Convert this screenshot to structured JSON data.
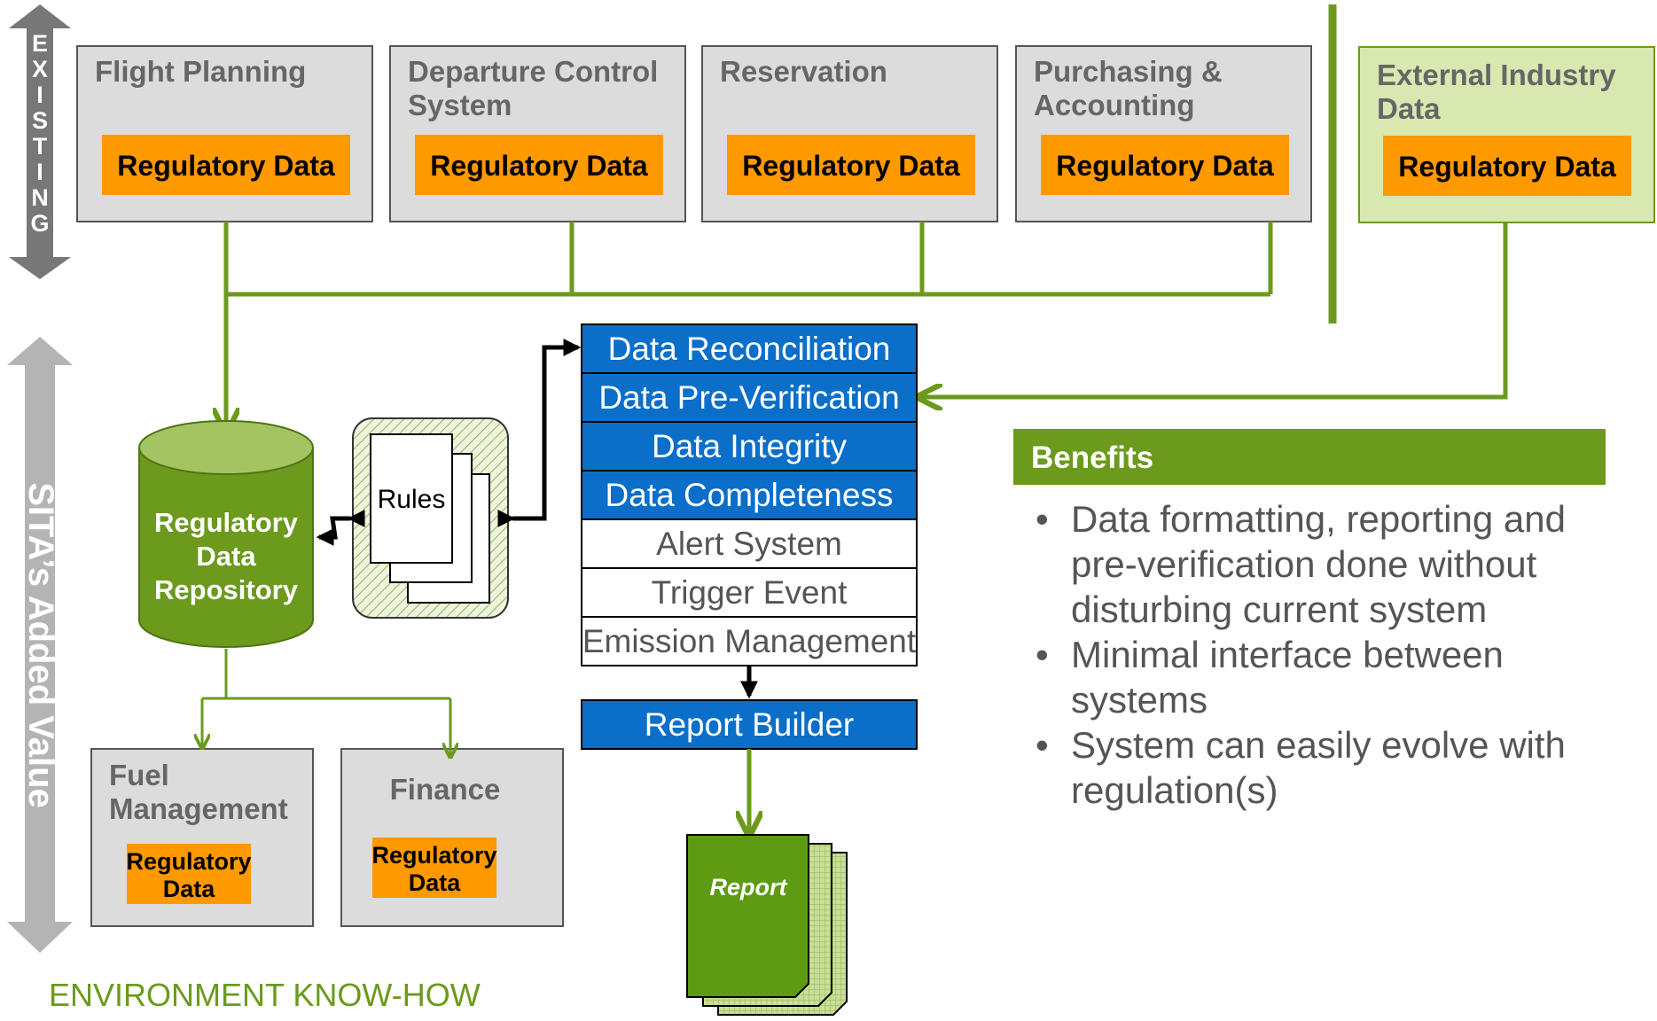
{
  "side_labels": {
    "existing": [
      "E",
      "X",
      "I",
      "S",
      "T",
      "I",
      "N",
      "G"
    ],
    "added_value": "SITA’s Added Value"
  },
  "systems": [
    {
      "title_lines": [
        "Flight Planning"
      ],
      "badge": "Regulatory Data"
    },
    {
      "title_lines": [
        "Departure Control",
        "System"
      ],
      "badge": "Regulatory Data"
    },
    {
      "title_lines": [
        "Reservation"
      ],
      "badge": "Regulatory Data"
    },
    {
      "title_lines": [
        "Purchasing &",
        "Accounting"
      ],
      "badge": "Regulatory Data"
    }
  ],
  "external": {
    "title_lines": [
      "External Industry",
      "Data"
    ],
    "badge": "Regulatory Data"
  },
  "repository": {
    "lines": [
      "Regulatory",
      "Data",
      "Repository"
    ]
  },
  "rules": {
    "label": "Rules"
  },
  "process_steps": [
    {
      "label": "Data Reconciliation",
      "style": "blue"
    },
    {
      "label": "Data Pre-Verification",
      "style": "blue"
    },
    {
      "label": "Data Integrity",
      "style": "blue"
    },
    {
      "label": "Data Completeness",
      "style": "blue"
    },
    {
      "label": "Alert System",
      "style": "white"
    },
    {
      "label": "Trigger Event",
      "style": "white"
    },
    {
      "label": "Emission Management",
      "style": "white"
    }
  ],
  "report_builder": {
    "label": "Report Builder"
  },
  "report": {
    "label": "Report"
  },
  "outputs": [
    {
      "title_lines": [
        "Fuel",
        "Management"
      ],
      "badge_lines": [
        "Regulatory",
        "Data"
      ]
    },
    {
      "title_lines": [
        "Finance"
      ],
      "badge_lines": [
        "Regulatory",
        "Data"
      ]
    }
  ],
  "benefits": {
    "title": "Benefits",
    "items": [
      [
        "Data formatting, reporting and",
        "pre-verification done without",
        "disturbing current system"
      ],
      [
        "Minimal interface between",
        "systems"
      ],
      [
        "System can easily evolve with",
        "regulation(s)"
      ]
    ]
  },
  "footer": "ENVIRONMENT KNOW-HOW",
  "colors": {
    "green": "#6b9a1d",
    "light_green": "#d9e8b0",
    "orange": "#ff9900",
    "blue": "#0b6fc9",
    "gray_box": "#dcdcdc",
    "arrow_gray": "#777777"
  }
}
